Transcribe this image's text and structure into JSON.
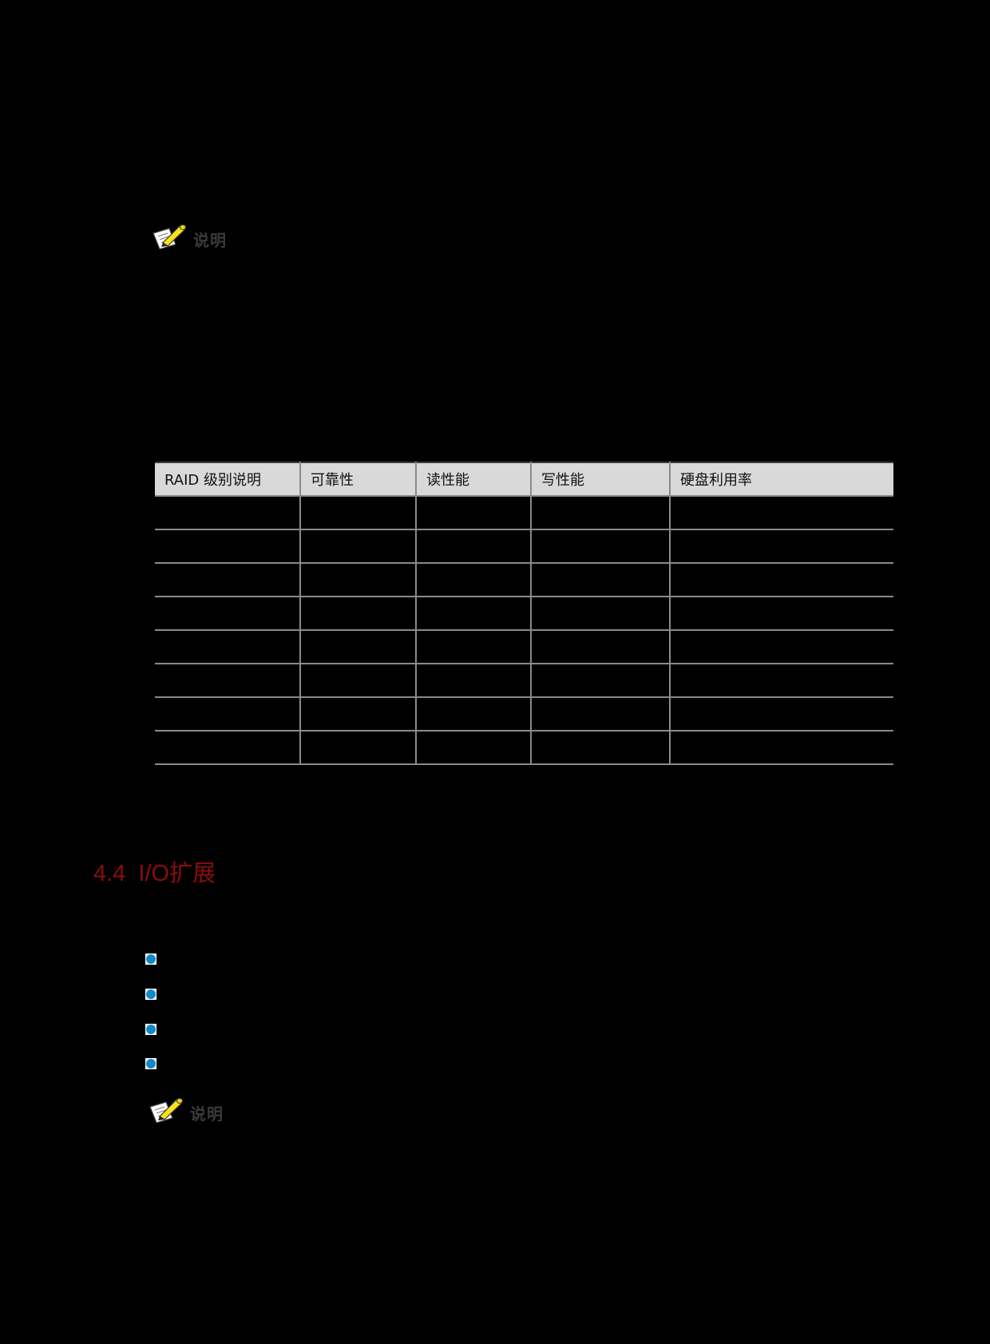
{
  "notes": [
    {
      "icon": "note-pencil-icon",
      "label": "说明"
    },
    {
      "icon": "note-pencil-icon",
      "label": "说明"
    }
  ],
  "raid_table": {
    "headers": [
      "RAID 级别说明",
      "可靠性",
      "读性能",
      "写性能",
      "硬盘利用率"
    ],
    "rows": [
      [
        "",
        "",
        "",
        "",
        ""
      ],
      [
        "",
        "",
        "",
        "",
        ""
      ],
      [
        "",
        "",
        "",
        "",
        ""
      ],
      [
        "",
        "",
        "",
        "",
        ""
      ],
      [
        "",
        "",
        "",
        "",
        ""
      ],
      [
        "",
        "",
        "",
        "",
        ""
      ],
      [
        "",
        "",
        "",
        "",
        ""
      ],
      [
        "",
        "",
        "",
        "",
        ""
      ]
    ]
  },
  "section": {
    "number": "4.4",
    "title": "I/O扩展",
    "heading_text": "4.4  I/O扩展",
    "color": "#8b0d0d"
  },
  "bullets": [
    {
      "icon": "bullet-dot-icon",
      "text": ""
    },
    {
      "icon": "bullet-dot-icon",
      "text": ""
    },
    {
      "icon": "bullet-dot-icon",
      "text": ""
    },
    {
      "icon": "bullet-dot-icon",
      "text": ""
    }
  ],
  "colors": {
    "page_background": "#000000",
    "table_header_bg": "#d9d9d9",
    "table_border": "#8a8a8a",
    "bullet": "#1089c6",
    "heading": "#8b0d0d"
  }
}
